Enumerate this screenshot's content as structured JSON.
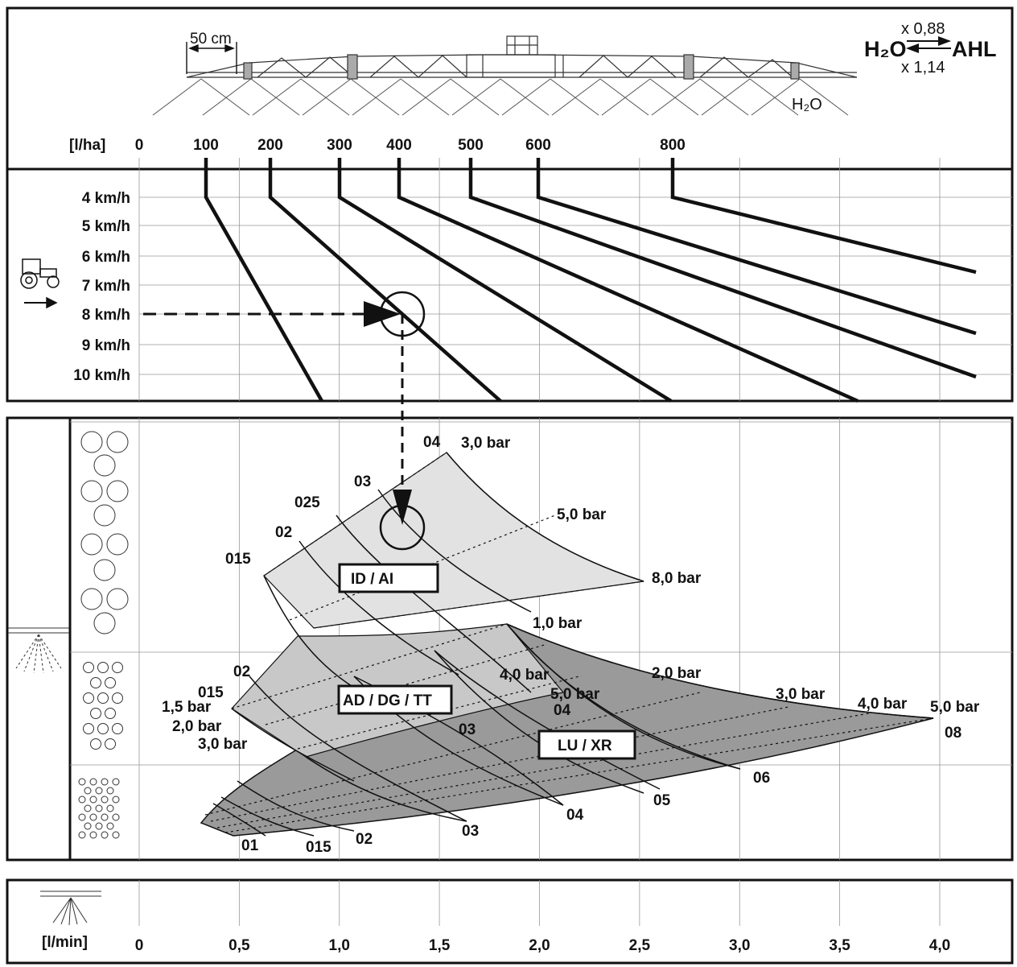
{
  "header": {
    "boom_width_label": "50 cm",
    "conversion": {
      "from": "H₂O",
      "to": "AHL",
      "factor_to_ahl": "x 0,88",
      "factor_to_water": "x 1,14"
    },
    "nozzle_medium_label": "H₂O"
  },
  "rate_axis": {
    "unit_label": "[l/ha]",
    "ticks": [
      "0",
      "100",
      "200",
      "300",
      "400",
      "500",
      "600",
      "800"
    ]
  },
  "speed_axis": {
    "labels": [
      "4 km/h",
      "5 km/h",
      "6 km/h",
      "7 km/h",
      "8 km/h",
      "9 km/h",
      "10 km/h"
    ]
  },
  "flow_axis": {
    "unit_label": "[l/min]",
    "ticks": [
      "0",
      "0,5",
      "1,0",
      "1,5",
      "2,0",
      "2,5",
      "3,0",
      "3,5",
      "4,0"
    ]
  },
  "nozzle_groups": [
    {
      "name": "ID / AI"
    },
    {
      "name": "AD / DG / TT"
    },
    {
      "name": "LU / XR"
    }
  ],
  "chart_data": {
    "type": "nomogram",
    "rate_lines_l_per_ha": [
      100,
      200,
      300,
      400,
      500,
      600,
      800
    ],
    "speeds_km_per_h": [
      4,
      5,
      6,
      7,
      8,
      9,
      10
    ],
    "flow_range_l_per_min": [
      0,
      4.0
    ],
    "example": {
      "speed_km_per_h": 8,
      "rate_l_per_ha": 200,
      "nozzle": "03",
      "group": "ID / AI"
    },
    "id_ai": {
      "nozzle_sizes": [
        "015",
        "02",
        "025",
        "03",
        "04"
      ],
      "pressure_labels": [
        "1,0 bar",
        "3,0 bar",
        "5,0 bar",
        "8,0 bar"
      ]
    },
    "ad_dg_tt": {
      "nozzle_sizes": [
        "015",
        "02",
        "03",
        "04",
        "05"
      ],
      "pressure_labels": [
        "1,5 bar",
        "2,0 bar",
        "3,0 bar",
        "4,0 bar",
        "5,0 bar"
      ]
    },
    "lu_xr": {
      "nozzle_sizes": [
        "01",
        "015",
        "02",
        "03",
        "04",
        "05",
        "06",
        "08"
      ],
      "pressure_labels": [
        "2,0 bar",
        "3,0 bar",
        "4,0 bar",
        "5,0 bar"
      ]
    }
  }
}
